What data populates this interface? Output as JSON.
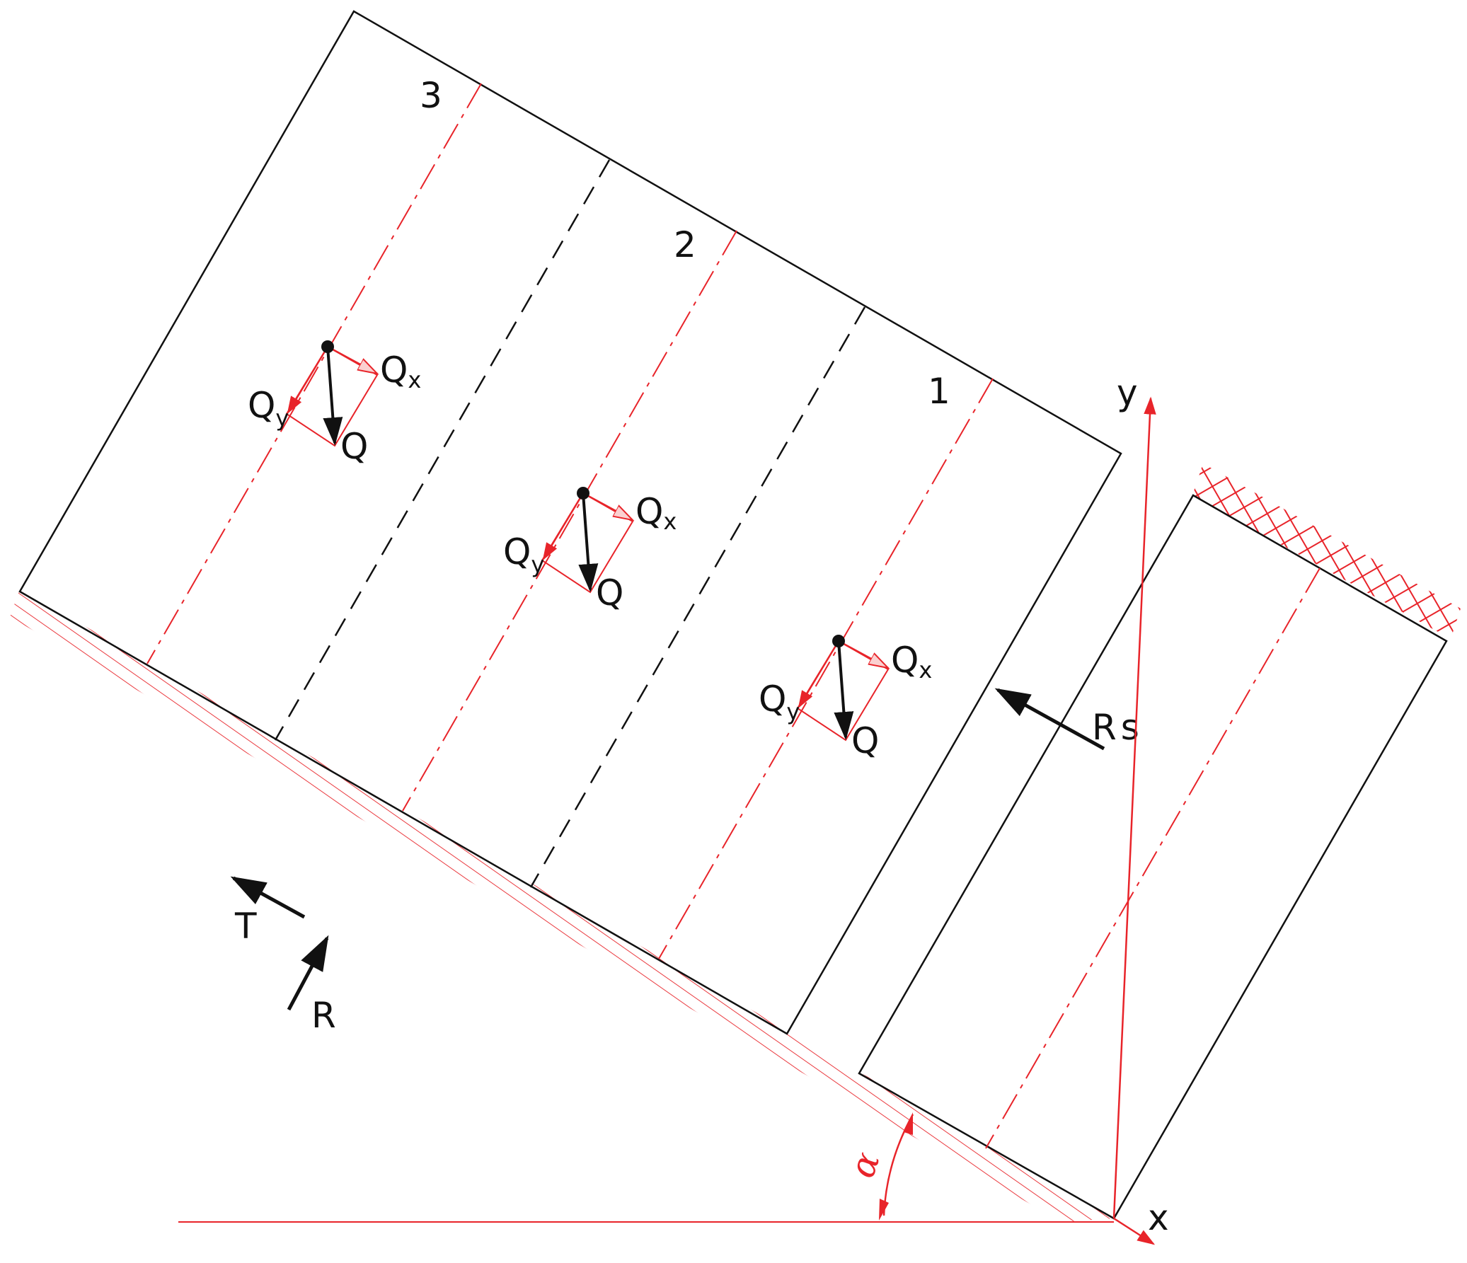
{
  "colors": {
    "outline": "#111111",
    "construction": "#e8242a",
    "hatch": "#e8242a",
    "background": "#ffffff"
  },
  "labels": {
    "block_1": "1",
    "block_2": "2",
    "block_3": "3",
    "force_Q": "Q",
    "force_Q_base": "Q",
    "sub_x": "x",
    "sub_y": "y",
    "force_T": "T",
    "force_R": "R",
    "force_Rs_base": "R",
    "force_Rs_sub": "s",
    "axis_x": "x",
    "axis_y": "y",
    "angle": "α"
  }
}
